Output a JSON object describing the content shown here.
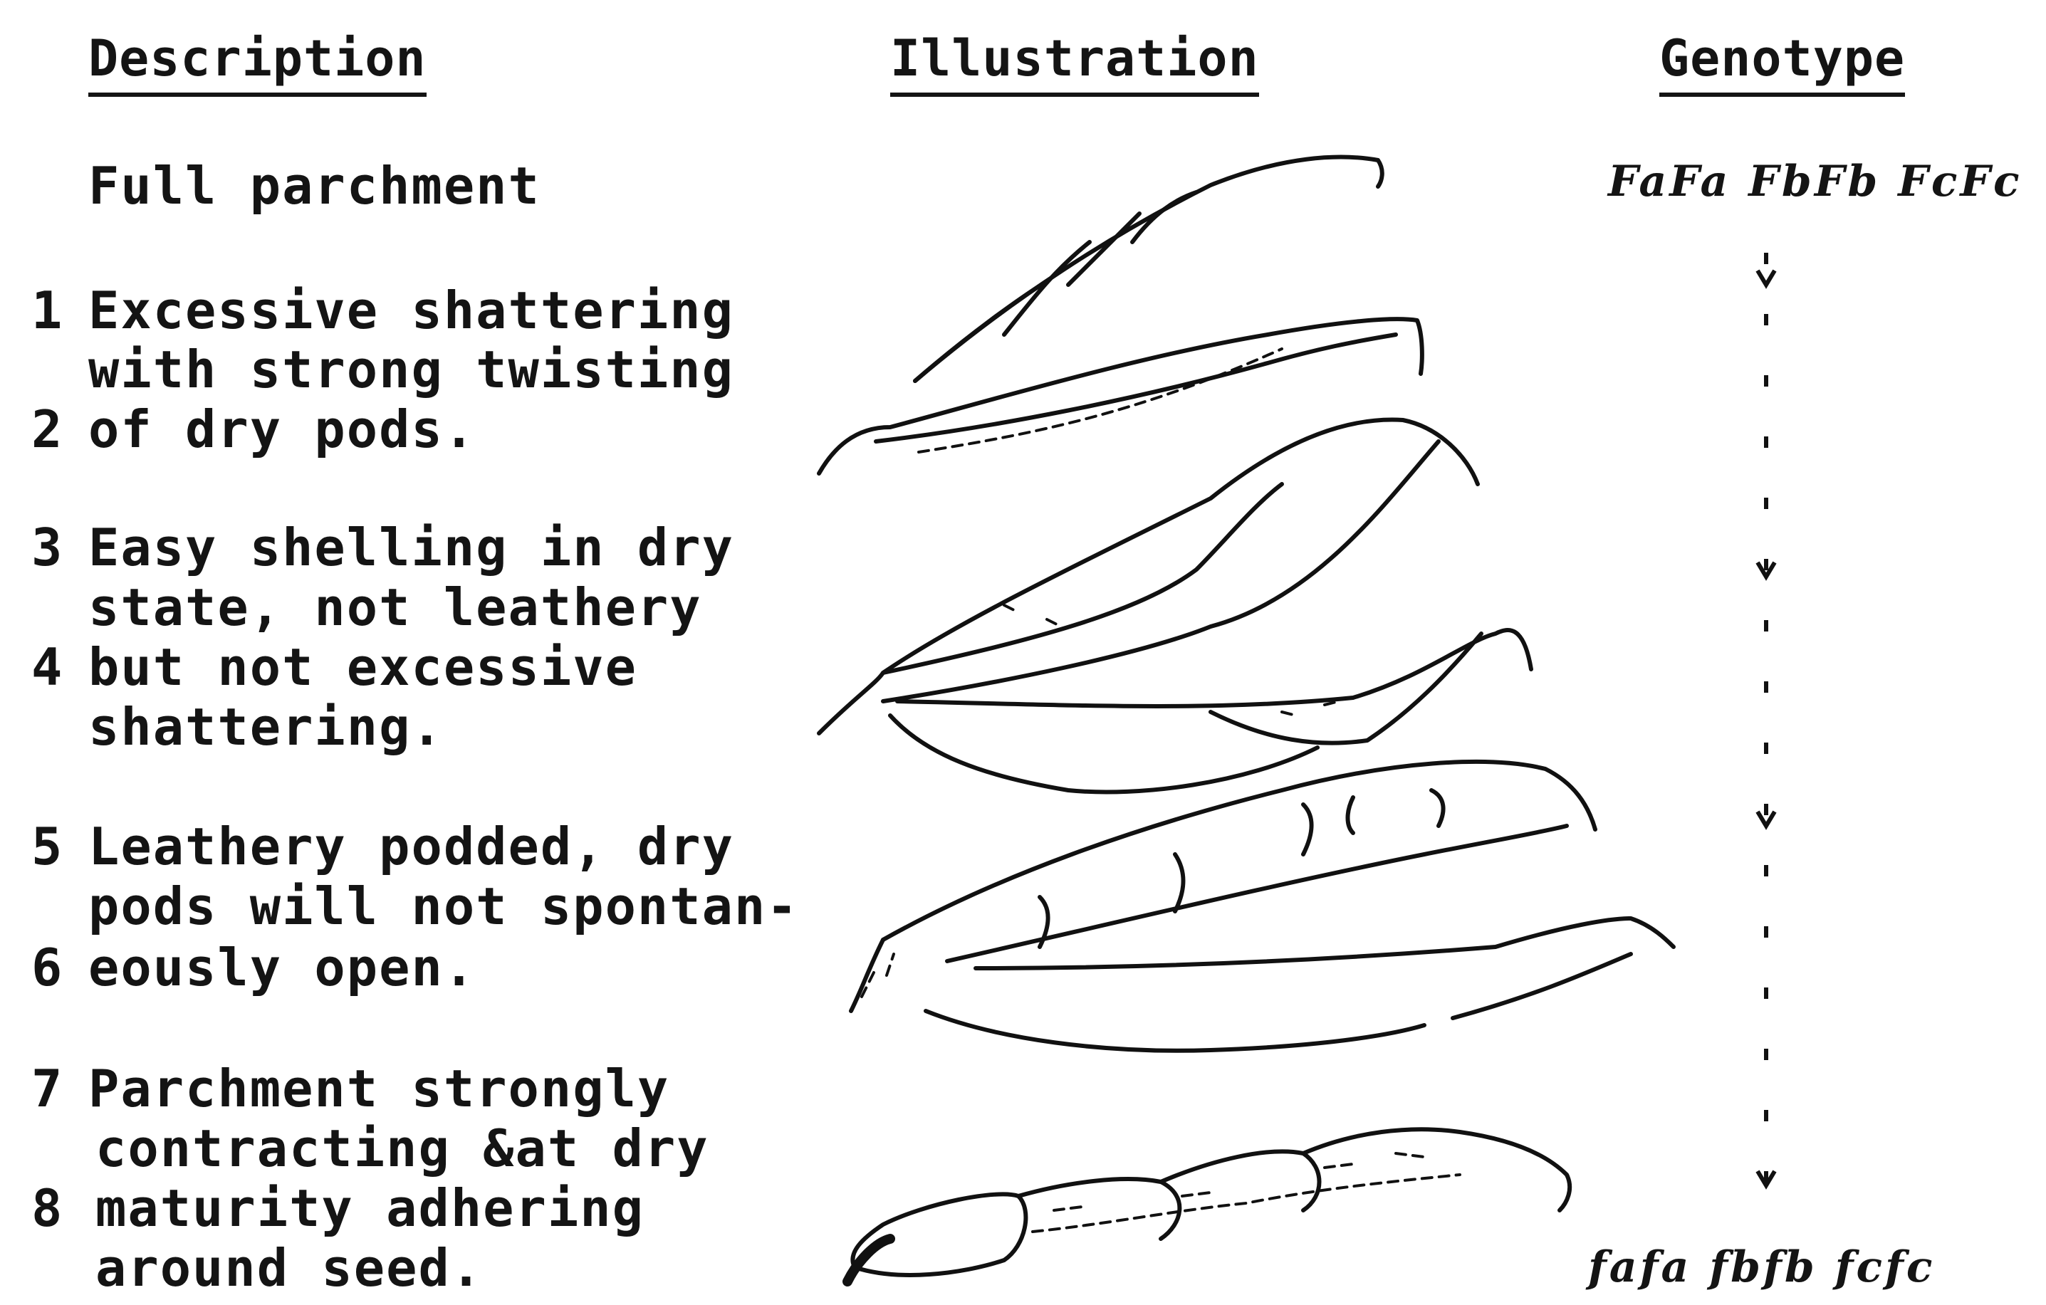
{
  "headers": {
    "description": "Description",
    "illustration": "Illustration",
    "genotype": "Genotype"
  },
  "rows": [
    {
      "num": "",
      "lines": [
        "Full parchment"
      ]
    },
    {
      "num_top": "1",
      "num_bottom": "2",
      "lines": [
        "Excessive shattering",
        "with strong twisting",
        "of dry pods."
      ]
    },
    {
      "num_top": "3",
      "num_bottom": "4",
      "lines": [
        "Easy shelling in dry",
        "state, not leathery",
        "but not excessive",
        "shattering."
      ]
    },
    {
      "num_top": "5",
      "num_bottom": "6",
      "lines": [
        "Leathery podded, dry",
        "pods will not spontan-",
        "eously open."
      ]
    },
    {
      "num_top": "7",
      "num_bottom": "8",
      "lines": [
        "Parchment strongly",
        "contracting &at dry",
        "maturity adhering",
        "around seed."
      ]
    }
  ],
  "genotype": {
    "top": "FaFa FbFb FcFc",
    "bottom": "fafa fbfb fcfc"
  }
}
